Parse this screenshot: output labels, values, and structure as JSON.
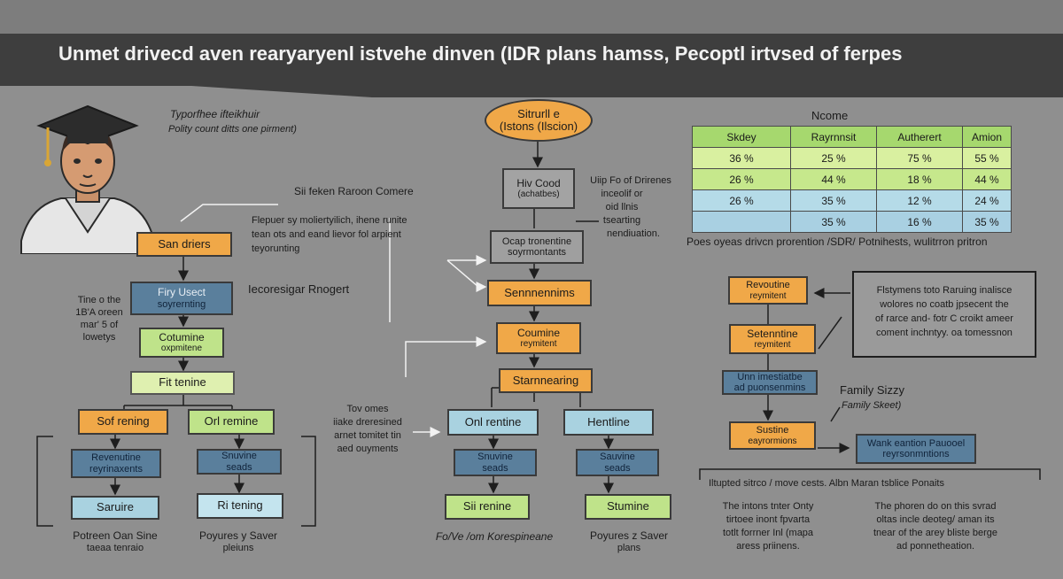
{
  "title": "Unmet drivecd aven rearyaryenl istvehe dinven  (IDR plans hamss, Pecoptl irtvsed of ferpes",
  "person": {
    "label_line1": "Typorfhee ifteikhuir",
    "label_line2": "Polity count ditts one pirment)"
  },
  "left": {
    "section_label": "Sii feken Raroon Comere",
    "desc": [
      "Flepuer sy moliertyilich, ihene runite",
      "tean ots and eand lievor fol arpient",
      "teyorunting"
    ],
    "side_label": "Iecoresigar Rnogert",
    "time_note": [
      "Tine o the",
      "1B'A oreen",
      "mar' 5 of",
      "lowetys"
    ],
    "boxes": {
      "san_driers": "San driers",
      "firy_usect": "Firy Usect",
      "firy_usect_sub": "soyrernting",
      "cotumine": "Cotumine",
      "cotumine_sub": "oxpmitene",
      "fit_tenine": "Fit tenine",
      "sof_rening": "Sof rening",
      "orl_remine": "Orl remine",
      "revenue": "Revenutine",
      "revenue_sub": "reyrinaxents",
      "snuvine": "Snuvine",
      "snuvine_sub": "seads",
      "saruire": "Saruire",
      "ri_tening": "Ri tening"
    },
    "footer_left": [
      "Potreen Oan Sine",
      "taeaa tenraio"
    ],
    "footer_right": [
      "Poyures y Saver",
      "pleiuns"
    ]
  },
  "center": {
    "oval_line1": "Sitrurll e",
    "oval_line2": "(Istons (Ilscion)",
    "hiv_line1": "Hiv Cood",
    "hiv_line2": "(achatbes)",
    "side_note": [
      "Uiip Fo of Drirenes",
      "inceolif or",
      "oid llnis",
      "tsearting",
      "nendiuation."
    ],
    "gray_line1": "Ocap tronentine",
    "gray_line2": "soyrmontants",
    "senn": "Sennnennims",
    "coumine_line1": "Coumine",
    "coumine_line2": "reymitent",
    "starnearing": "Starnnearing",
    "onl_rentine": "Onl rentine",
    "hentline": "Hentline",
    "snuvine_l": "Snuvine",
    "snuvine_l_sub": "seads",
    "sauvine_r": "Sauvine",
    "sauvine_r_sub": "seads",
    "sii_renine": "Sii renine",
    "stumine": "Stumine",
    "left_note": [
      "Tov omes",
      "iiake dreresined",
      "arnet tomitet tin",
      "aed ouyments"
    ],
    "footer_left": "Fo/Ve /om Korespineane",
    "footer_right": [
      "Poyures z Saver",
      "plans"
    ]
  },
  "table": {
    "title": "Ncome",
    "headers": [
      "Skdey",
      "Rayrnnsit",
      "Autherert",
      "Amion"
    ],
    "rows": [
      [
        "36 %",
        "25 %",
        "75 %",
        "55 %"
      ],
      [
        "26 %",
        "44 %",
        "18 %",
        "44 %"
      ],
      [
        "26 %",
        "35 %",
        "12 %",
        "24 %"
      ],
      [
        "",
        "35 %",
        "16 %",
        "35 %"
      ]
    ],
    "caption": "Poes oyeas drivcn prorention /SDR/ Potnihests, wulitrron pritron",
    "colors": {
      "header": "#a6d86e",
      "row1": "#d9f0a0",
      "row2": "#c6e88c",
      "row3": "#b5dbe8",
      "row4": "#a9d0e2"
    }
  },
  "right": {
    "revenue_line1": "Revoutine",
    "revenue_line2": "reymitent",
    "setennine_line1": "Setenntine",
    "setennine_line2": "reymitent",
    "unn_line1": "Unn imestiatbe",
    "unn_line2": "ad puonsenmins",
    "sustine_line1": "Sustine",
    "sustine_line2": "eayrormions",
    "note": [
      "Flstymens toto Raruing inalisce",
      "wolores no coatb jpsecent the",
      "of rarce and- fotr C croikt ameer",
      "coment inchntyy. oa tomessnon"
    ],
    "family_title": "Family Sizzy",
    "family_sub": "Family Skeet)",
    "wank_line1": "Wank eantion Pauooel",
    "wank_line2": "reyrsonmntions",
    "footer_header": "Iltupted sitrco / move cests. Albn Maran tsblice Ponaits",
    "footer_left": [
      "The intons tnter Onty",
      "tirtoee inont fpvarta",
      "totlt forrner Inl (mapa",
      "aress priinens."
    ],
    "footer_right": [
      "The phoren do on this svrad",
      "oltas incle deoteg/ aman its",
      "tnear of the arey bliste berge",
      "ad ponnetheation."
    ]
  }
}
